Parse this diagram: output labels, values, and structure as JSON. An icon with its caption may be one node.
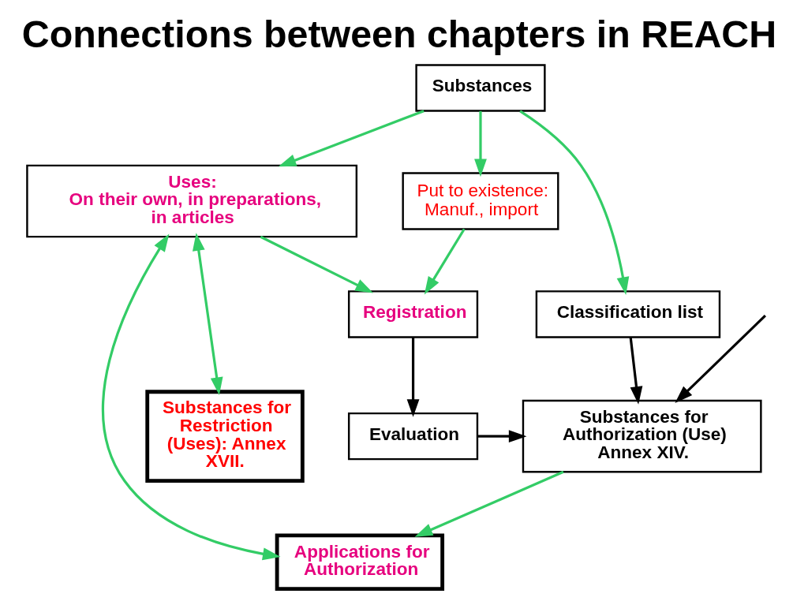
{
  "diagram": {
    "title": "Connections between chapters in REACH",
    "nodes": [
      {
        "text": [
          "Substances"
        ]
      },
      {
        "text": [
          "Uses:",
          "On their own, in preparations, in articles"
        ]
      },
      {
        "text": [
          "Put to existence: Manuf., import"
        ]
      },
      {
        "text": [
          "Applications for Authorization"
        ]
      },
      {
        "text": [
          "Registration"
        ]
      },
      {
        "text": [
          "Evaluation"
        ]
      },
      {
        "text": [
          "Substances for Authorization (Use) Annex XIV."
        ]
      },
      {
        "text": [
          "Substances for Restriction (Uses): Annex XVII."
        ]
      },
      {
        "text": [
          "Classification list"
        ]
      }
    ],
    "edges": [
      {
        "from": 0,
        "to": 1,
        "arrow": "to"
      },
      {
        "from": 0,
        "to": 2,
        "arrow": "to"
      },
      {
        "from": 0,
        "to": 8,
        "arrow": "to"
      },
      {
        "from": 2,
        "to": 4,
        "arrow": "to"
      },
      {
        "from": 1,
        "to": 4,
        "arrow": "to"
      },
      {
        "from": 1,
        "to": 3,
        "arrow": "both"
      },
      {
        "from": 1,
        "to": 7,
        "arrow": "both"
      },
      {
        "from": 6,
        "to": 3,
        "arrow": "to"
      },
      {
        "from": 4,
        "to": 5,
        "arrow": "to",
        "color": "#000000"
      },
      {
        "from": 5,
        "to": 6,
        "arrow": "to",
        "color": "#000000"
      },
      {
        "from": 8,
        "to": 6,
        "arrow": "to",
        "color": "#000000"
      },
      {
        "from": null,
        "to": 6,
        "arrow": "to",
        "color": "#000000"
      }
    ]
  }
}
